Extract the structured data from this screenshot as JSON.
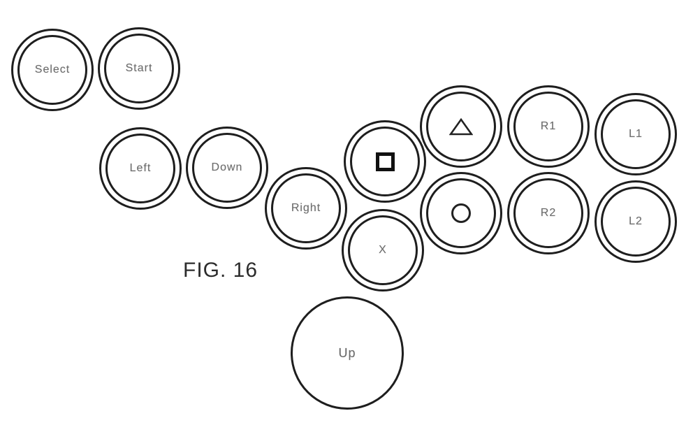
{
  "figure": {
    "label": "FIG. 16"
  },
  "colors": {
    "ink": "#1e1e1e",
    "label_ink": "#6b6b6b",
    "background": "#ffffff"
  },
  "diagram": {
    "description_buttons": [
      {
        "id": "select",
        "label": "Select"
      },
      {
        "id": "start",
        "label": "Start"
      },
      {
        "id": "left",
        "label": "Left"
      },
      {
        "id": "down",
        "label": "Down"
      },
      {
        "id": "right",
        "label": "Right"
      },
      {
        "id": "square",
        "icon": "square-icon"
      },
      {
        "id": "x",
        "label": "X"
      },
      {
        "id": "triangle",
        "icon": "triangle-icon"
      },
      {
        "id": "circle",
        "icon": "circle-icon"
      },
      {
        "id": "r1",
        "label": "R1"
      },
      {
        "id": "r2",
        "label": "R2"
      },
      {
        "id": "l1",
        "label": "L1"
      },
      {
        "id": "l2",
        "label": "L2"
      },
      {
        "id": "up",
        "label": "Up"
      }
    ]
  }
}
